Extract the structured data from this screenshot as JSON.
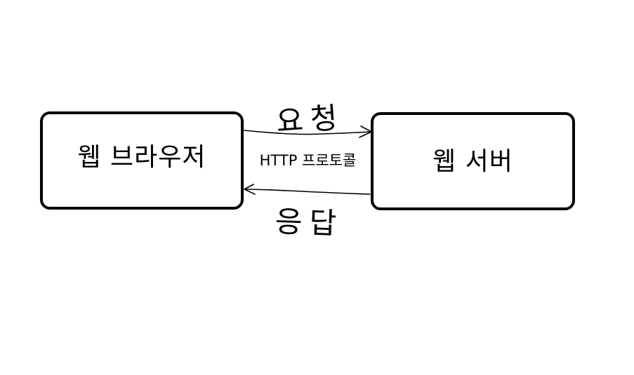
{
  "diagram": {
    "browser": {
      "label": "웹 브라우저"
    },
    "server": {
      "label": "웹 서버"
    },
    "protocol": {
      "label": "HTTP 프로토콜"
    },
    "request": {
      "label": "요청"
    },
    "response": {
      "label": "응답"
    },
    "colors": {
      "stroke": "#000000",
      "background": "#ffffff"
    }
  }
}
